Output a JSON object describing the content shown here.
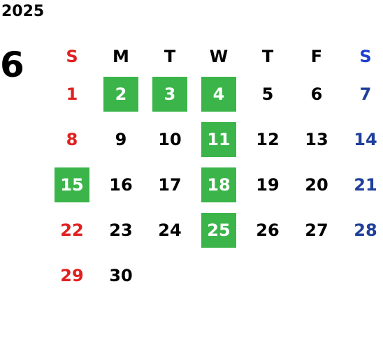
{
  "calendar": {
    "year": "2025",
    "month": "6",
    "weekdays": [
      "S",
      "M",
      "T",
      "W",
      "T",
      "F",
      "S"
    ],
    "weeks": [
      [
        {
          "day": "",
          "highlight": false
        },
        {
          "day": "",
          "highlight": false
        },
        {
          "day": "",
          "highlight": false
        },
        {
          "day": "",
          "highlight": false
        },
        {
          "day": "",
          "highlight": false
        },
        {
          "day": "",
          "highlight": false
        },
        {
          "day": "",
          "highlight": false
        }
      ],
      [
        {
          "day": "1",
          "highlight": false
        },
        {
          "day": "2",
          "highlight": true
        },
        {
          "day": "3",
          "highlight": true
        },
        {
          "day": "4",
          "highlight": true
        },
        {
          "day": "5",
          "highlight": false
        },
        {
          "day": "6",
          "highlight": false
        },
        {
          "day": "7",
          "highlight": false
        }
      ],
      [
        {
          "day": "8",
          "highlight": false
        },
        {
          "day": "9",
          "highlight": false
        },
        {
          "day": "10",
          "highlight": false
        },
        {
          "day": "11",
          "highlight": true
        },
        {
          "day": "12",
          "highlight": false
        },
        {
          "day": "13",
          "highlight": false
        },
        {
          "day": "14",
          "highlight": false
        }
      ],
      [
        {
          "day": "15",
          "highlight": true
        },
        {
          "day": "16",
          "highlight": false
        },
        {
          "day": "17",
          "highlight": false
        },
        {
          "day": "18",
          "highlight": true
        },
        {
          "day": "19",
          "highlight": false
        },
        {
          "day": "20",
          "highlight": false
        },
        {
          "day": "21",
          "highlight": false
        }
      ],
      [
        {
          "day": "22",
          "highlight": false
        },
        {
          "day": "23",
          "highlight": false
        },
        {
          "day": "24",
          "highlight": false
        },
        {
          "day": "25",
          "highlight": true
        },
        {
          "day": "26",
          "highlight": false
        },
        {
          "day": "27",
          "highlight": false
        },
        {
          "day": "28",
          "highlight": false
        }
      ],
      [
        {
          "day": "29",
          "highlight": false
        },
        {
          "day": "30",
          "highlight": false
        },
        {
          "day": "",
          "highlight": false
        },
        {
          "day": "",
          "highlight": false
        },
        {
          "day": "",
          "highlight": false
        },
        {
          "day": "",
          "highlight": false
        },
        {
          "day": "",
          "highlight": false
        }
      ]
    ]
  },
  "colors": {
    "highlight": "#3bb54a",
    "sunday": "#e02020",
    "saturday": "#1f3f9a",
    "saturday_header": "#1f3fd0",
    "text": "#000000"
  }
}
